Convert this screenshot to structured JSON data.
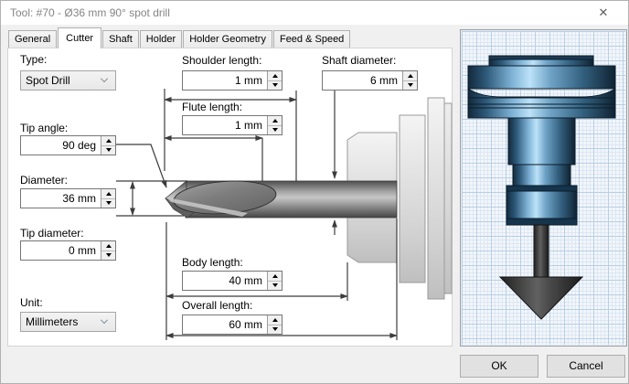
{
  "window": {
    "title": "Tool: #70 - Ø36 mm 90° spot drill",
    "close_icon": "✕"
  },
  "tabs": [
    {
      "label": "General"
    },
    {
      "label": "Cutter"
    },
    {
      "label": "Shaft"
    },
    {
      "label": "Holder"
    },
    {
      "label": "Holder Geometry"
    },
    {
      "label": "Feed & Speed"
    }
  ],
  "active_tab": "Cutter",
  "cutter": {
    "type": {
      "label": "Type:",
      "value": "Spot Drill"
    },
    "tip_angle": {
      "label": "Tip angle:",
      "value": "90 deg"
    },
    "diameter": {
      "label": "Diameter:",
      "value": "36 mm"
    },
    "tip_diameter": {
      "label": "Tip diameter:",
      "value": "0 mm"
    },
    "unit": {
      "label": "Unit:",
      "value": "Millimeters"
    },
    "shoulder_length": {
      "label": "Shoulder length:",
      "value": "1 mm"
    },
    "flute_length": {
      "label": "Flute length:",
      "value": "1 mm"
    },
    "shaft_diameter": {
      "label": "Shaft diameter:",
      "value": "6 mm"
    },
    "body_length": {
      "label": "Body length:",
      "value": "40 mm"
    },
    "overall_length": {
      "label": "Overall length:",
      "value": "60 mm"
    }
  },
  "buttons": {
    "ok": "OK",
    "cancel": "Cancel"
  },
  "colors": {
    "dialog_bg": "#f0f0f0",
    "titlebar_bg": "#ffffff",
    "content_bg": "#ffffff",
    "grid_line_blue": "#b9cfe4",
    "tool_blue_mid": "#4f86ad",
    "drill_gray": "#8f8f8f",
    "dimension_line": "#3c3c3c"
  }
}
